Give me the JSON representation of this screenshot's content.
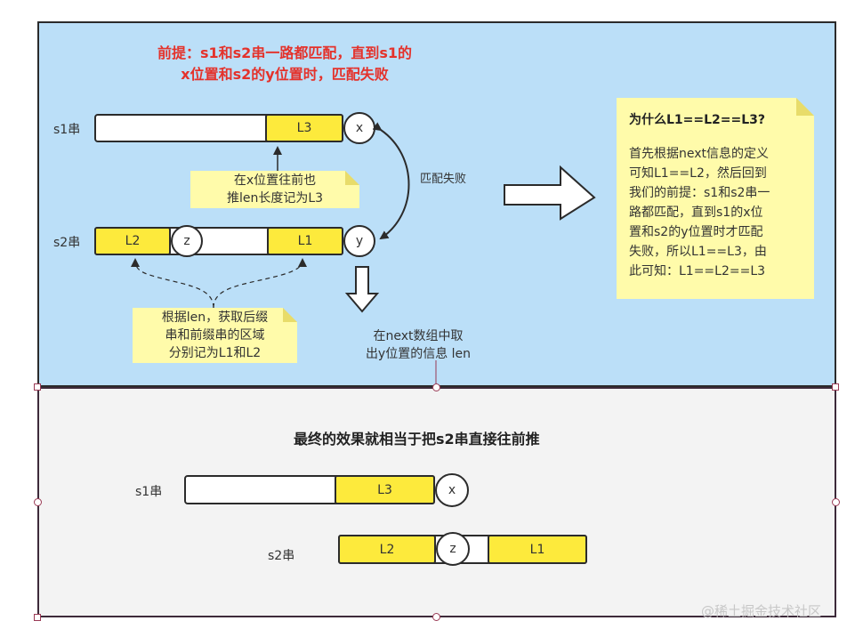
{
  "top": {
    "title_line1": "前提：s1和s2串一路都匹配，直到s1的",
    "title_line2": "x位置和s2的y位置时，匹配失败",
    "s1_label": "s1串",
    "s2_label": "s2串",
    "s1_seg": "L3",
    "s1_circle": "x",
    "s2_seg_left": "L2",
    "s2_circle_mid": "z",
    "s2_seg_right": "L1",
    "s2_circle_end": "y",
    "note_l3_line1": "在x位置往前也",
    "note_l3_line2": "推len长度记为L3",
    "mismatch": "匹配失败",
    "note_len_line1": "根据len，获取后缀",
    "note_len_line2": "串和前缀串的区域",
    "note_len_line3": "分别记为L1和L2",
    "next_line1": "在next数组中取",
    "next_line2": "出y位置的信息 len"
  },
  "explain": {
    "question": "为什么L1==L2==L3?",
    "body_lines": [
      "首先根据next信息的定义",
      "可知L1==L2，然后回到",
      "我们的前提：s1和s2串一",
      "路都匹配，直到s1的x位",
      "置和s2的y位置时才匹配",
      "失败，所以L1==L3，由",
      "此可知：L1==L2==L3"
    ]
  },
  "bottom": {
    "title": "最终的效果就相当于把s2串直接往前推",
    "s1_label": "s1串",
    "s2_label": "s2串",
    "s1_seg": "L3",
    "s1_circle": "x",
    "s2_seg_left": "L2",
    "s2_circle_mid": "z",
    "s2_seg_right": "L1"
  },
  "watermark": "@稀土掘金技术社区",
  "colors": {
    "top_bg": "#bbdff8",
    "bottom_bg": "#f3f3f3",
    "highlight": "#fdea3c",
    "note": "#fffbaa",
    "title_red": "#e4322b"
  }
}
